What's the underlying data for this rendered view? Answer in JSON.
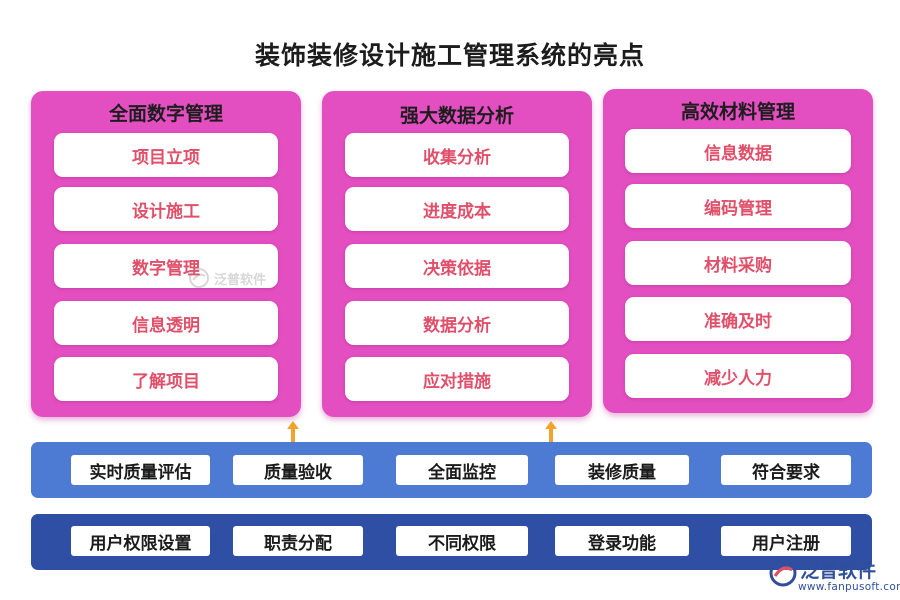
{
  "title": "装饰装修设计施工管理系统的亮点",
  "panels": [
    {
      "title": "全面数字管理",
      "items": [
        "项目立项",
        "设计施工",
        "数字管理",
        "信息透明",
        "了解项目"
      ]
    },
    {
      "title": "强大数据分析",
      "items": [
        "收集分析",
        "进度成本",
        "决策依据",
        "数据分析",
        "应对措施"
      ]
    },
    {
      "title": "高效材料管理",
      "items": [
        "信息数据",
        "编码管理",
        "材料采购",
        "准确及时",
        "减少人力"
      ]
    }
  ],
  "band_blue": [
    "实时质量评估",
    "质量验收",
    "全面监控",
    "装修质量",
    "符合要求"
  ],
  "band_navy": [
    "用户权限设置",
    "职责分配",
    "不同权限",
    "登录功能",
    "用户注册"
  ],
  "watermark": {
    "text": "泛普软件",
    "icon": "fanpu-logo-icon"
  },
  "logo": {
    "name": "泛普软件",
    "url": "www.fanpusoft.com",
    "icon": "fanpu-logo-icon"
  },
  "colors": {
    "panel": "#e34ec1",
    "item_text": "#e0506a",
    "band_blue": "#4d7bd4",
    "band_navy": "#2e4fa3",
    "arrow": "#f2a32a"
  }
}
